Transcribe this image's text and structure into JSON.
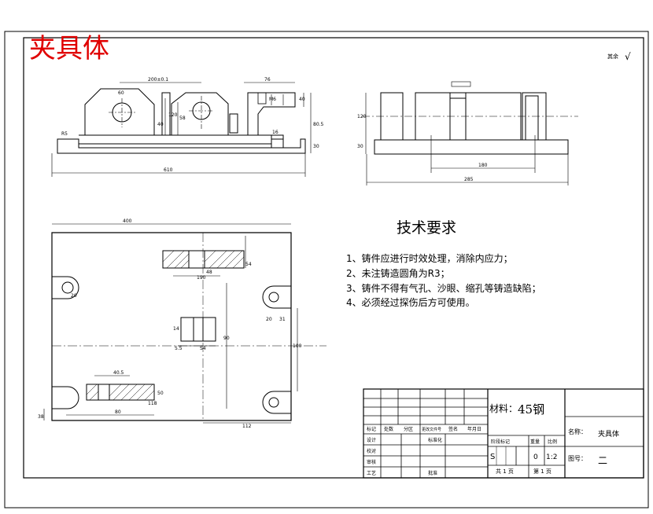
{
  "drawing": {
    "title": "夹具体",
    "roughness_note": "其余",
    "roughness_mark": "√"
  },
  "front_view": {
    "dims": [
      "200±0.1",
      "76",
      "610",
      "40",
      "40",
      "120",
      "58",
      "60",
      "M6",
      "80.5",
      "30",
      "R5",
      "16"
    ]
  },
  "side_view": {
    "dims": [
      "120",
      "30",
      "180",
      "285"
    ]
  },
  "top_view": {
    "dims": [
      "400",
      "100",
      "54",
      "48",
      "20",
      "31",
      "20",
      "190",
      "S4",
      "14",
      "5.5",
      "90",
      "40.5",
      "50",
      "118",
      "80",
      "38",
      "112"
    ]
  },
  "requirements": {
    "heading": "技术要求",
    "items": [
      "1、铸件应进行时效处理，消除内应力；",
      "2、未注铸造圆角为R3；",
      "3、铸件不得有气孔、沙眼、缩孔等铸造缺陷；",
      "4、必须经过探伤后方可使用。"
    ]
  },
  "title_block": {
    "material_label": "材料：",
    "material_value": "45钢",
    "name_label": "名称：",
    "name_value": "夹具体",
    "drawing_no_label": "图号：",
    "drawing_no_value": "二",
    "rev_headers": [
      "标记",
      "处数",
      "分区",
      "更改文件号",
      "签名",
      "年月日"
    ],
    "role_labels": [
      "设计",
      "校对",
      "审核",
      "工艺"
    ],
    "standardize": "标准化",
    "approve": "批准",
    "stage_headers": [
      "阶段标记",
      "重量",
      "比例"
    ],
    "stage_mark": "S",
    "weight": "0",
    "scale": "1:2",
    "sheets_total": "共 1 页",
    "sheet_no": "第 1 页"
  }
}
